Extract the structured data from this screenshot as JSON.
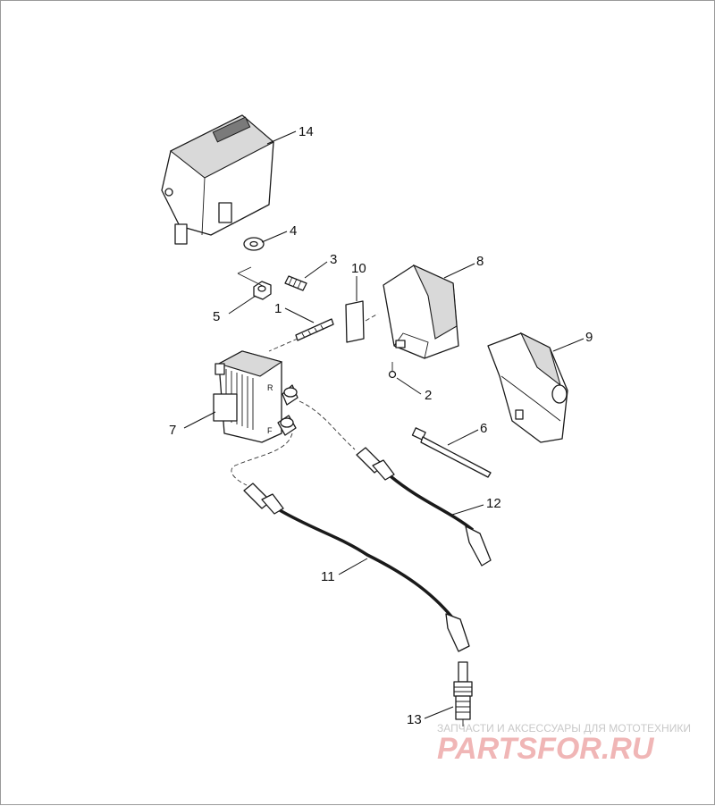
{
  "callouts": {
    "c1": "1",
    "c2": "2",
    "c3": "3",
    "c4": "4",
    "c5": "5",
    "c6": "6",
    "c7": "7",
    "c8": "8",
    "c9": "9",
    "c10": "10",
    "c11": "11",
    "c12": "12",
    "c13": "13",
    "c14": "14"
  },
  "coil_terminals": {
    "rear": "R",
    "front": "F"
  },
  "watermark": {
    "tagline": "ЗАПЧАСТИ И АКСЕССУАРЫ ДЛЯ МОТОТЕХНИКИ",
    "logo": "PARTSFOR.RU"
  },
  "colors": {
    "line": "#1a1a1a",
    "watermark_logo": "#f0b6b6",
    "frame": "#9a9a9a"
  }
}
